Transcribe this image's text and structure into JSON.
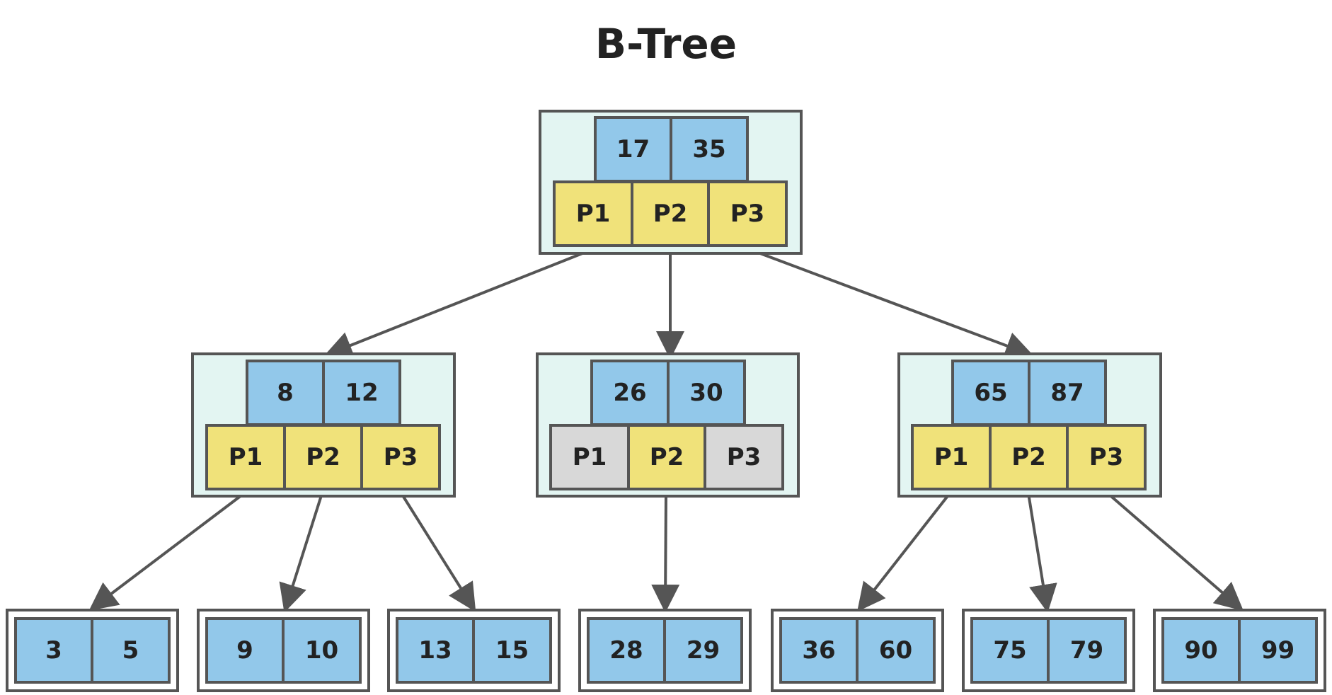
{
  "title": "B-Tree",
  "colors": {
    "key_fill": "#92c8ea",
    "pointer_fill": "#f0e27a",
    "unused_pointer_fill": "#d8d8d8",
    "internal_node_fill": "#e3f5f2",
    "border": "#555555"
  },
  "root": {
    "keys": [
      "17",
      "35"
    ],
    "pointers": [
      "P1",
      "P2",
      "P3"
    ]
  },
  "level1": [
    {
      "keys": [
        "8",
        "12"
      ],
      "pointers": [
        "P1",
        "P2",
        "P3"
      ]
    },
    {
      "keys": [
        "26",
        "30"
      ],
      "pointers": [
        "P1",
        "P2",
        "P3"
      ]
    },
    {
      "keys": [
        "65",
        "87"
      ],
      "pointers": [
        "P1",
        "P2",
        "P3"
      ]
    }
  ],
  "leaves": [
    {
      "keys": [
        "3",
        "5"
      ]
    },
    {
      "keys": [
        "9",
        "10"
      ]
    },
    {
      "keys": [
        "13",
        "15"
      ]
    },
    {
      "keys": [
        "28",
        "29"
      ]
    },
    {
      "keys": [
        "36",
        "60"
      ]
    },
    {
      "keys": [
        "75",
        "79"
      ]
    },
    {
      "keys": [
        "90",
        "99"
      ]
    }
  ]
}
